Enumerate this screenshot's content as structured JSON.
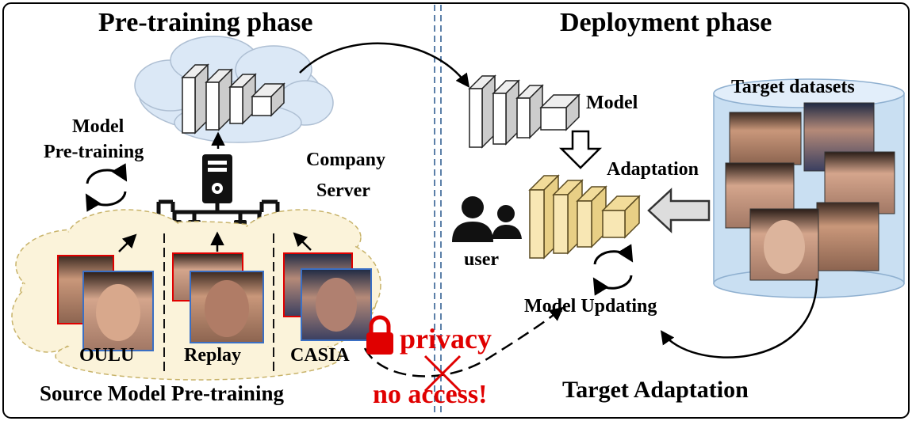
{
  "left": {
    "title": "Pre-training phase",
    "model_pretraining_line1": "Model",
    "model_pretraining_line2": "Pre-training",
    "company_line1": "Company",
    "company_line2": "Server",
    "datasets": [
      "OULU",
      "Replay",
      "CASIA"
    ],
    "source_caption": "Source Model Pre-training"
  },
  "center": {
    "privacy": "privacy",
    "no_access": "no access!"
  },
  "right": {
    "title": "Deployment phase",
    "model_label": "Model",
    "adaptation_label": "Adaptation",
    "target_datasets": "Target datasets",
    "user_label": "user",
    "model_updating": "Model Updating",
    "target_adaptation": "Target Adaptation"
  },
  "colors": {
    "privacy_red": "#e00000",
    "cloud_blue": "#dbe8f6",
    "cloud_yellow": "#fbf3da",
    "adapted_model": "#f8e7b4",
    "cylinder": "#c9dff2"
  }
}
